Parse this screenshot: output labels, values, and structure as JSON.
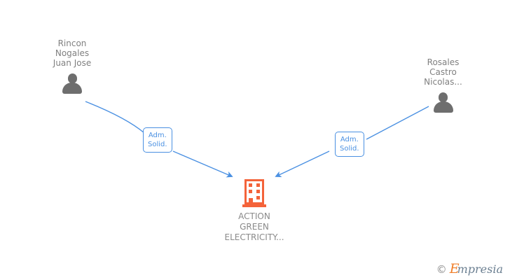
{
  "graph": {
    "company": {
      "name": "ACTION\nGREEN\nELECTRICITY...",
      "icon": "building-icon",
      "color": "#f4633a"
    },
    "persons": [
      {
        "name": "Rincon\nNogales\nJuan Jose",
        "icon": "person-icon",
        "color": "#6e6e6e"
      },
      {
        "name": "Rosales\nCastro\nNicolas...",
        "icon": "person-icon",
        "color": "#6e6e6e"
      }
    ],
    "edges": [
      {
        "label": "Adm.\nSolid.",
        "color": "#4a90e2"
      },
      {
        "label": "Adm.\nSolid.",
        "color": "#4a90e2"
      }
    ]
  },
  "watermark": {
    "copyright": "©",
    "brand_initial": "E",
    "brand_rest": "mpresia"
  }
}
